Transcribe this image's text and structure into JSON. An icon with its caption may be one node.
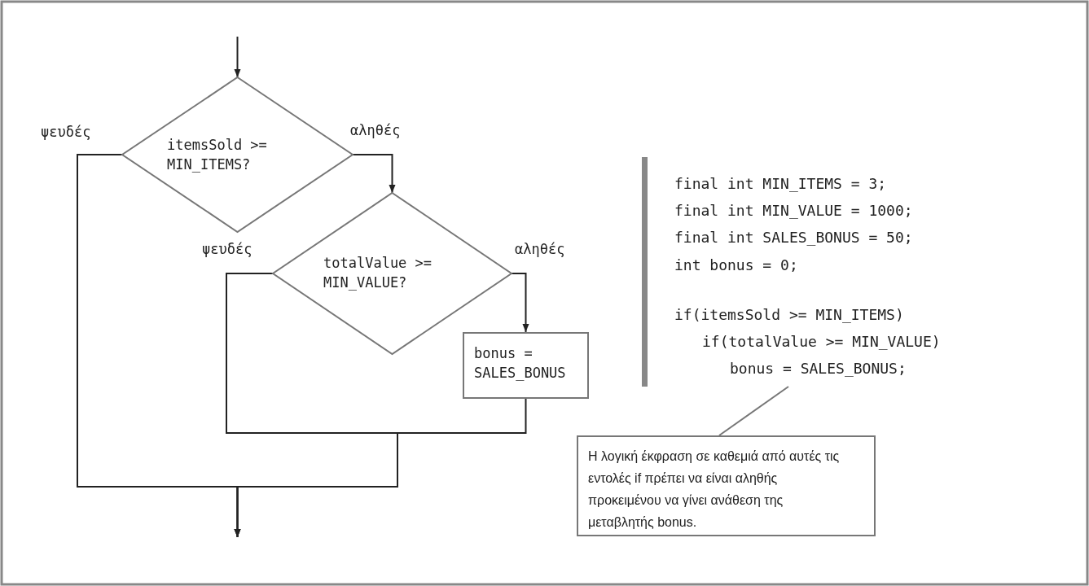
{
  "diagram": {
    "nodes": [
      {
        "text": [
          "itemsSold >= MIN_ITEMS?"
        ]
      },
      {
        "text": [
          "totalValue >= MIN_VALUE?"
        ]
      },
      {
        "text": [
          "bonus = SALES_BONUS"
        ]
      },
      {
        "text": [
          "final int MIN_ITEMS = 3;",
          "final int MIN_VALUE = 1000;",
          "final int SALES_BONUS = 50;",
          "int bonus = 0;",
          "if(itemsSold >= MIN_ITEMS)",
          "if(totalValue >= MIN_VALUE)",
          "bonus = SALES_BONUS;"
        ]
      },
      {
        "text": [
          "Η λογική έκφραση σε καθεμιά από αυτές τις εντολές if πρέπει να είναι αληθής προκειμένου να γίνει ανάθεση της μεταβλητής bonus."
        ]
      }
    ],
    "edges": [
      {
        "from": null,
        "to": 0,
        "arrow": "to"
      },
      {
        "from": 0,
        "to": 1,
        "arrow": "to",
        "label": "αληθές"
      },
      {
        "from": 1,
        "to": 2,
        "arrow": "to",
        "label": "αληθές"
      },
      {
        "from": 0,
        "to": null,
        "arrow": "to",
        "label": "ψευδές"
      },
      {
        "from": 1,
        "to": null,
        "arrow": "to",
        "label": "ψευδές"
      },
      {
        "from": 2,
        "to": null,
        "arrow": "to"
      },
      {
        "from": 4,
        "to": 3,
        "arrow": "none"
      }
    ]
  }
}
